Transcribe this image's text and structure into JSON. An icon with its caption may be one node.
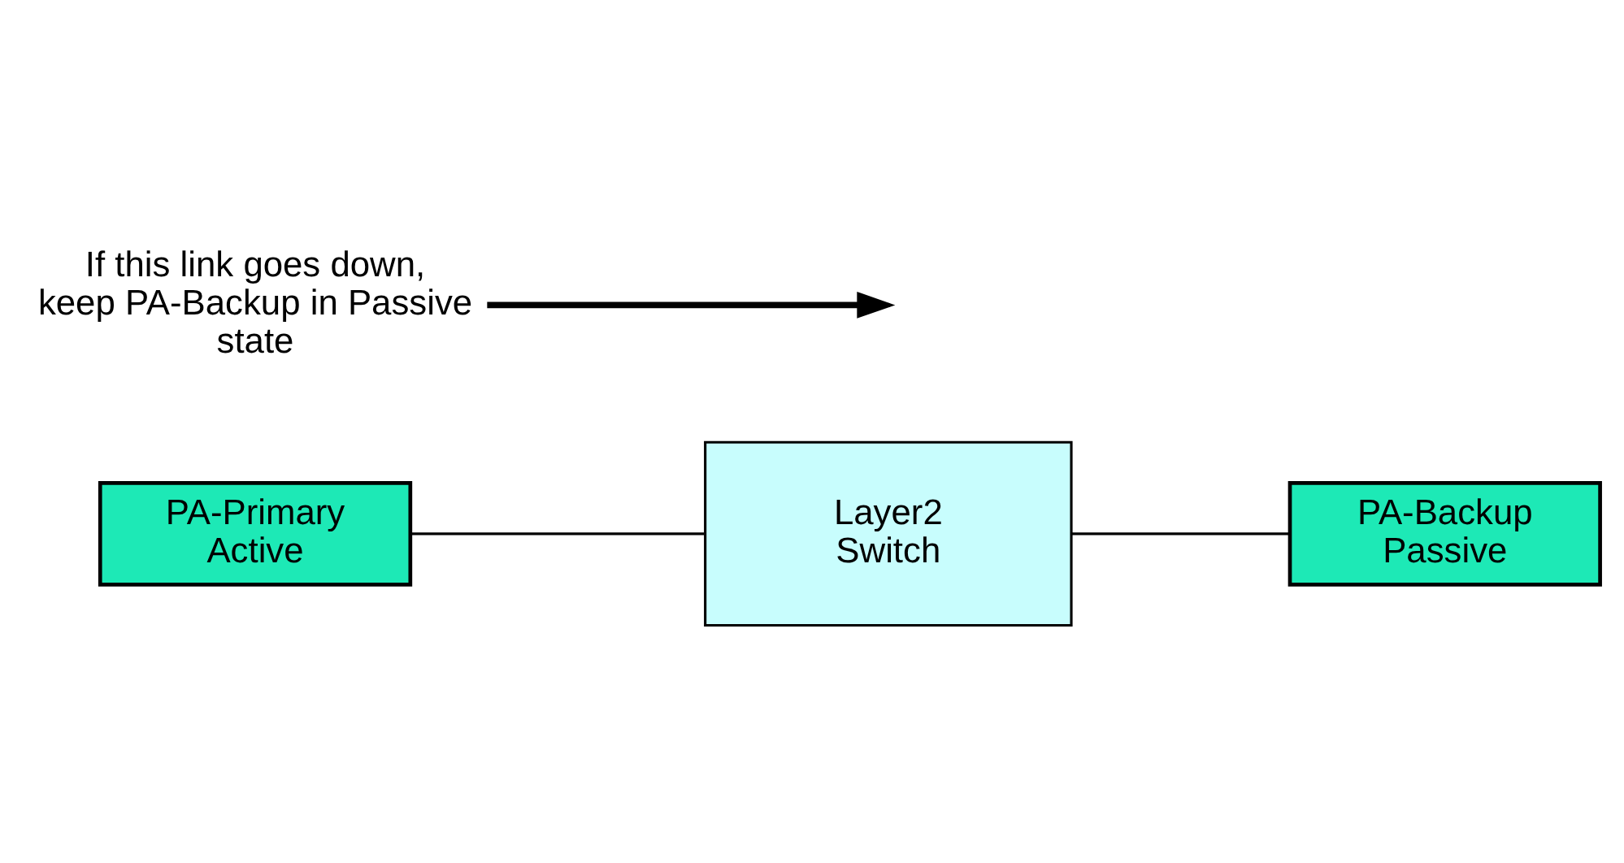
{
  "diagram": {
    "nodes": [
      {
        "text": [
          "PA-Primary Active"
        ]
      },
      {
        "text": [
          "Layer2 Switch"
        ]
      },
      {
        "text": [
          "PA-Backup Passive"
        ]
      },
      {
        "text": [
          "If this link goes down, keep PA-Backup in Passive state"
        ]
      }
    ],
    "edges": [
      {
        "from": 0,
        "to": 1,
        "arrow": "none"
      },
      {
        "from": 1,
        "to": 2,
        "arrow": "none"
      },
      {
        "from": 3,
        "to": null,
        "arrow": "to",
        "style": "thick"
      }
    ]
  }
}
